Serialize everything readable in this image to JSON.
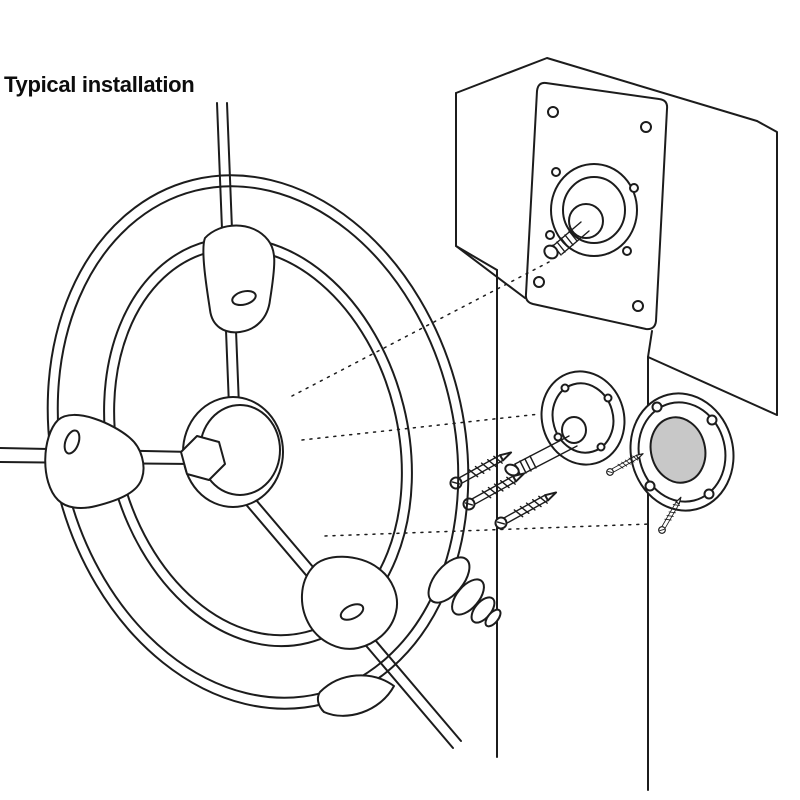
{
  "theme": {
    "line_color": "#1c1c1c",
    "shade_color": "#c8c8c8",
    "background": "#ffffff"
  },
  "diagram": {
    "title": "Typical installation",
    "parts": [
      "steering-wheel",
      "wheel-clamps",
      "steering-rods",
      "hub-nut",
      "console",
      "mounting-plate",
      "shaft-boss",
      "helm-flange",
      "lag-screws",
      "mounting-bezel"
    ]
  }
}
